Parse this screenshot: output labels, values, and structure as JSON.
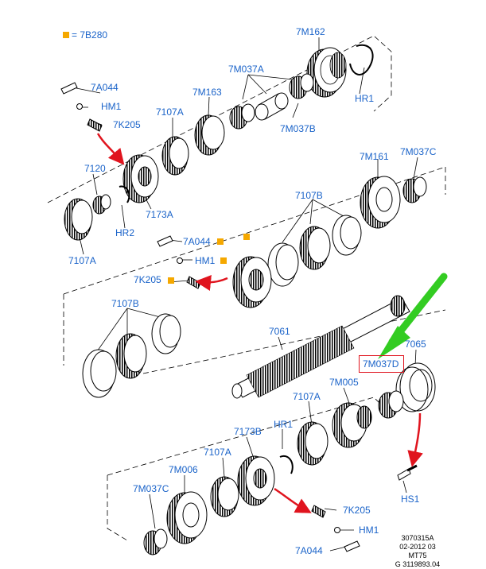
{
  "legend": {
    "text": "= 7B280",
    "marker_color": "#f5a800"
  },
  "labels": {
    "l_7m162": "7M162",
    "l_7m037a": "7M037A",
    "l_hr1_top": "HR1",
    "l_7a044_top": "7A044",
    "l_hm1_top": "HM1",
    "l_7m163": "7M163",
    "l_7107a_top": "7107A",
    "l_7k205_top": "7K205",
    "l_7m037b": "7M037B",
    "l_7120": "7120",
    "l_7m161": "7M161",
    "l_7m037c_top": "7M037C",
    "l_7173a": "7173A",
    "l_hr2": "HR2",
    "l_7107b_top": "7107B",
    "l_7107a_left": "7107A",
    "l_7a044_mid": "7A044",
    "l_hm1_mid": "HM1",
    "l_7k205_mid": "7K205",
    "l_7107b_mid": "7107B",
    "l_7061": "7061",
    "l_7065": "7065",
    "l_7m037d": "7M037D",
    "l_7m005": "7M005",
    "l_7107a_mid": "7107A",
    "l_hr1_mid": "HR1",
    "l_7173b": "7173B",
    "l_7107a_bot": "7107A",
    "l_7m006": "7M006",
    "l_7m037c_bot": "7M037C",
    "l_hs1": "HS1",
    "l_7k205_bot": "7K205",
    "l_hm1_bot": "HM1",
    "l_7a044_bot": "7A044"
  },
  "footer": {
    "line1": "3070315A",
    "line2": "02-2012 03",
    "line3": "MT75",
    "line4": "G 3119893.04"
  },
  "colors": {
    "label_blue": "#1a63c9",
    "highlight_red": "#e0141e",
    "arrow_green": "#33cc22",
    "arrow_red": "#e0141e",
    "marker_orange": "#f5a800"
  }
}
